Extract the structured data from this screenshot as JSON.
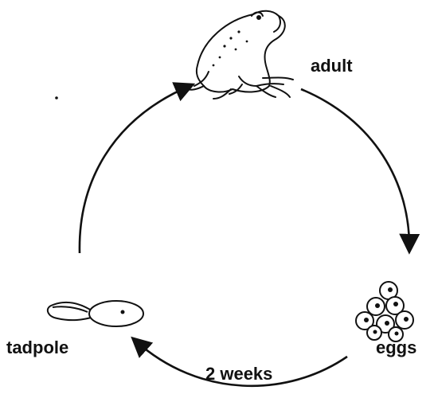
{
  "diagram": {
    "stages": {
      "adult": "adult",
      "eggs": "eggs",
      "tadpole": "tadpole"
    },
    "transition_label": "2 weeks",
    "icons": {
      "adult": "frog-icon",
      "eggs": "egg-cluster-icon",
      "tadpole": "tadpole-icon"
    },
    "colors": {
      "line": "#111111",
      "background": "#ffffff"
    }
  }
}
